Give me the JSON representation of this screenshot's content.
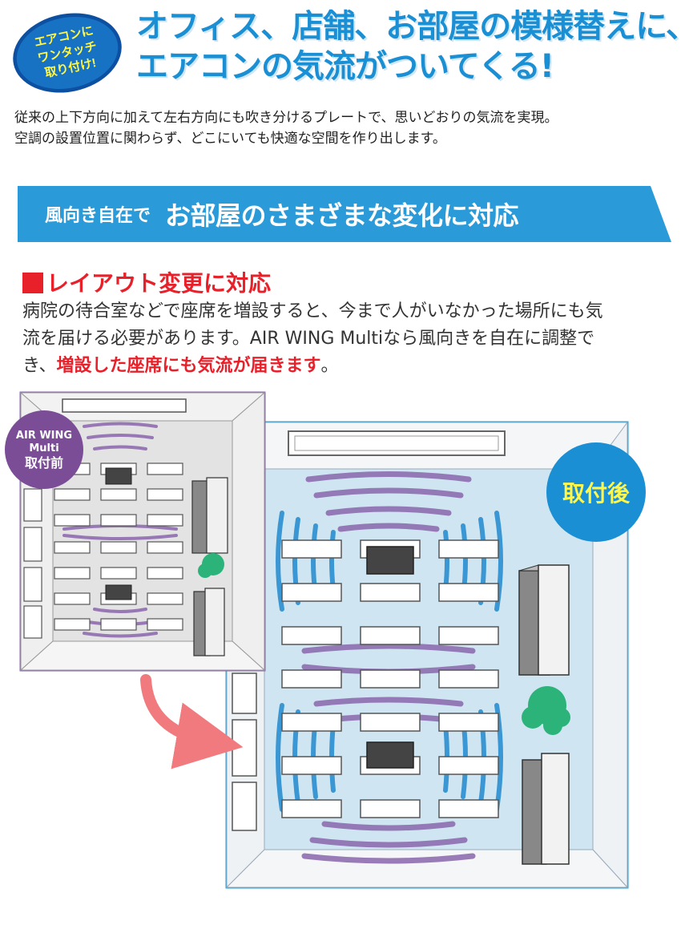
{
  "header": {
    "badge_lines": [
      "エアコンに",
      "ワンタッチ",
      "取り付け!"
    ],
    "headline_lines": [
      "オフィス、店舗、お部屋の模様替えに、",
      "エアコンの気流がついてくる!"
    ],
    "intro_lines": [
      "従来の上下方向に加えて左右方向にも吹き分けるプレートで、思いどおりの気流を実現。",
      "空調の設置位置に関わらず、どこにいても快適な空間を作り出します。"
    ]
  },
  "banner": {
    "small": "風向き自在で",
    "big": "お部屋のさまざまな変化に対応"
  },
  "section": {
    "title": "レイアウト変更に対応",
    "line1": "病院の待合室などで座席を増設すると、今まで人がいなかった場所にも気",
    "line2": "流を届ける必要があります。AIR WING Multiなら風向きを自在に調整で",
    "line3_prefix": "き、",
    "line3_emphasis": "増設した座席にも気流が届きます",
    "line3_suffix": "。"
  },
  "labels": {
    "before_line1": "AIR WING",
    "before_line2": "Multi",
    "before_line3": "取付前",
    "after": "取付後"
  },
  "colors": {
    "blue": "#1a8fd4",
    "purple": "#7a4d96",
    "red": "#e8202a",
    "arrow": "#f07a7e",
    "plant": "#2bb37a"
  }
}
